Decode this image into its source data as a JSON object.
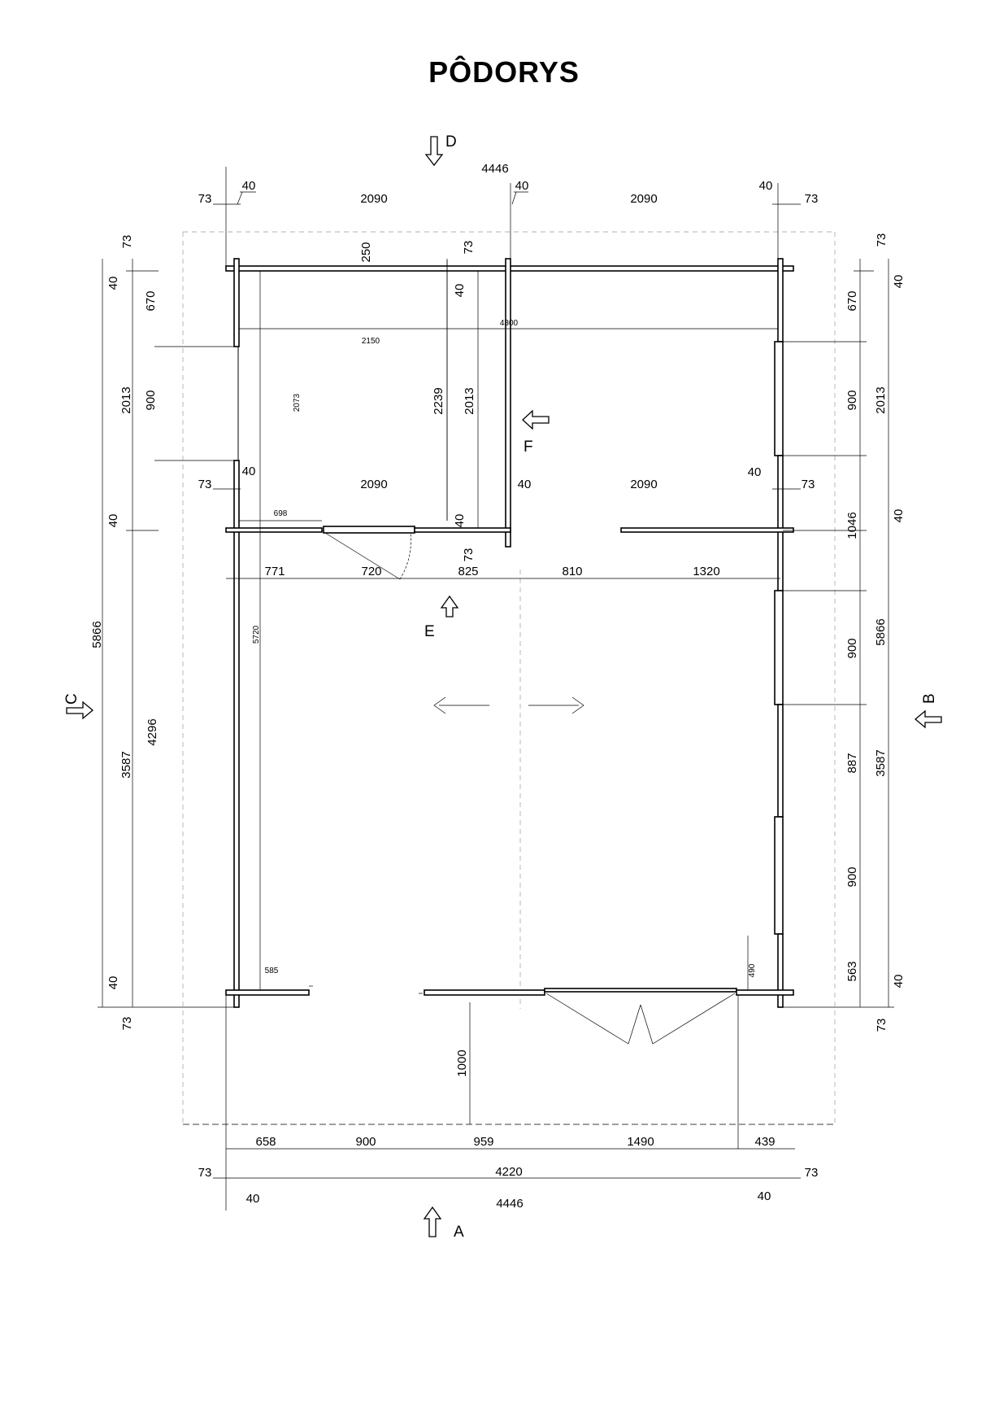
{
  "title": "PÔDORYS",
  "views": {
    "a": "A",
    "b": "B",
    "c": "C",
    "d": "D",
    "e": "E",
    "f": "F"
  },
  "top": {
    "overall": "4446",
    "left_73": "73",
    "left_40": "40",
    "span_left": "2090",
    "mid_40": "40",
    "span_right": "2090",
    "right_40": "40",
    "right_73": "73"
  },
  "mid": {
    "left_73": "73",
    "left_40": "40",
    "span_left": "2090",
    "mid_40": "40",
    "span_right": "2090",
    "right_40": "40",
    "right_73": "73"
  },
  "partition": {
    "d771": "771",
    "d720": "720",
    "d825": "825",
    "d810": "810",
    "d1320": "1320",
    "d250": "250",
    "d73a": "73",
    "d40a": "40",
    "d2239": "2239",
    "d2013": "2013",
    "d40b": "40",
    "d73b": "73"
  },
  "interior": {
    "d4300": "4300",
    "d2150": "2150",
    "d2073": "2073",
    "d698": "698",
    "d5720": "5720",
    "d585": "585",
    "d490": "490",
    "d1000": "1000"
  },
  "left_dims": {
    "d73_top": "73",
    "d40_top": "40",
    "d670": "670",
    "d2013": "2013",
    "d900": "900",
    "d40_mid": "40",
    "d5866": "5866",
    "d4296": "4296",
    "d3587": "3587",
    "d40_bot": "40",
    "d73_bot": "73"
  },
  "right_dims": {
    "d73_top": "73",
    "d40_top": "40",
    "d670": "670",
    "d900a": "900",
    "d2013": "2013",
    "d1046": "1046",
    "d40_mid": "40",
    "d900b": "900",
    "d5866": "5866",
    "d887": "887",
    "d3587": "3587",
    "d900c": "900",
    "d563": "563",
    "d40_bot": "40",
    "d73_bot": "73"
  },
  "bottom": {
    "d658": "658",
    "d900": "900",
    "d959": "959",
    "d1490": "1490",
    "d439": "439",
    "left_73": "73",
    "inner": "4220",
    "right_73": "73",
    "left_40": "40",
    "overall": "4446",
    "right_40": "40"
  }
}
